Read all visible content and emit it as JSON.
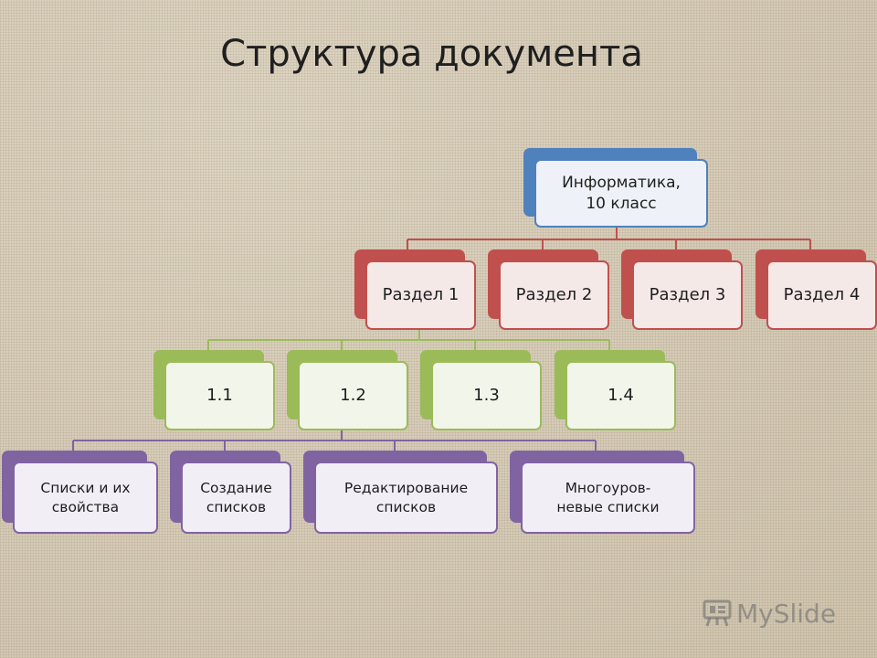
{
  "title": "Структура документа",
  "root": {
    "label": "Информатика,\n10 класс"
  },
  "sections": [
    "Раздел 1",
    "Раздел 2",
    "Раздел 3",
    "Раздел 4"
  ],
  "subsections": [
    "1.1",
    "1.2",
    "1.3",
    "1.4"
  ],
  "topics": [
    "Списки и их\nсвойства",
    "Создание\nсписков",
    "Редактирование\nсписков",
    "Многоуров-\nневые списки"
  ],
  "watermark": {
    "text": "MySlide",
    "icon": "myslide-logo-icon"
  },
  "colors": {
    "level0": "#4f81bd",
    "level1": "#c0504d",
    "level2": "#9bbb59",
    "level3": "#8064a2"
  }
}
